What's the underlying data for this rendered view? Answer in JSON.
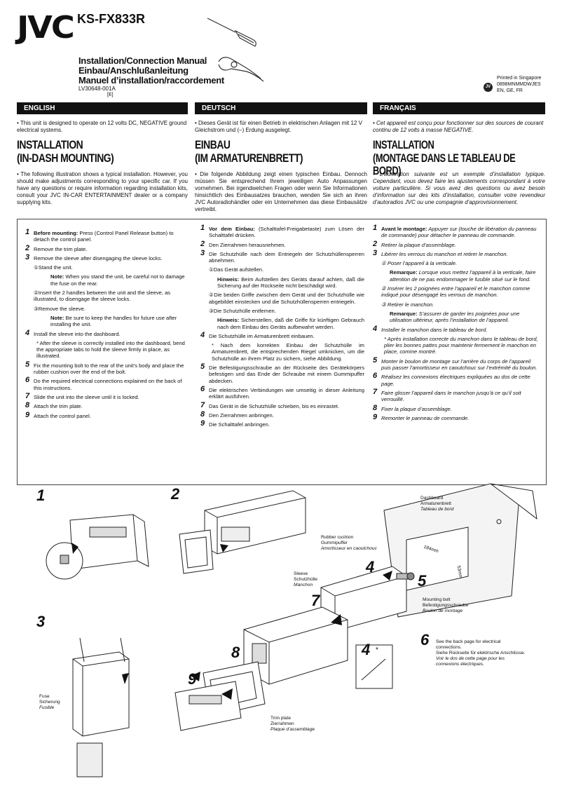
{
  "header": {
    "logo": "JVC",
    "model": "KS-FX833R",
    "titles": [
      "Installation/Connection Manual",
      "Einbau/Anschlußanleitung",
      "Manuel d’installation/raccordement"
    ],
    "code": "LV30648-001A",
    "edition": "[E]",
    "printed": [
      "Printed in Singapore",
      "0898MNMMDWJES",
      "EN, GE, FR"
    ],
    "badge": "JV"
  },
  "sections": [
    {
      "bar": "ENGLISH",
      "intro": "• This unit is designed to operate on 12 volts DC, NEGATIVE ground electrical systems.",
      "heading": [
        "INSTALLATION",
        "(IN-DASH MOUNTING)"
      ],
      "desc": "• The following illustration shows a typical installation. However, you should make adjustments corresponding to your specific car. If you have any questions or require information regarding installation kits, consult your JVC IN-CAR ENTERTAINMENT dealer or a company supplying kits."
    },
    {
      "bar": "DEUTSCH",
      "intro": "• Dieses Gerät ist für einen Betrieb in elektrischen Anlagen mit 12 V Gleichstrom und (–) Erdung ausgelegt.",
      "heading": [
        "EINBAU",
        "(IM ARMATURENBRETT)"
      ],
      "desc": "• Die folgende Abbildung zeigt einen typischen Einbau. Dennoch müssen Sie entsprechend Ihrem jeweiligen Auto Anpassungen vornehmen. Bei irgendwelchen Fragen oder wenn Sie Informationen hinsichtlich des Einbausatzes brauchen, wenden Sie sich an ihren JVC Autoradiohändler oder ein Unternehmen das diese Einbausätze vertreibt."
    },
    {
      "bar": "FRANÇAIS",
      "intro": "• Cet appareil est conçu pour fonctionner sur des sources de courant continu de 12 volts à masse NEGATIVE.",
      "heading": [
        "INSTALLATION",
        "(MONTAGE DANS LE TABLEAU DE BORD)"
      ],
      "desc": "• L’illustration suivante est un exemple d’installation typique. Cependant, vous devez faire les ajustements correspondant à votre voiture particulière. Si vous avez des questions ou avez besoin d’information sur des kits d’installation, consulter votre revendeur d’autoradios JVC ou une compagnie d’approvisionnement."
    }
  ],
  "steps_en": {
    "s1b": "Before mounting:",
    "s1": " Press  (Control Panel Release button) to detach the control panel.",
    "s2": "Remove the trim plate.",
    "s3": "Remove the sleeve after disengaging the sleeve locks.",
    "s3a": "①Stand the unit.",
    "s3an": "Note:",
    "s3ant": " When you stand the unit, be careful not to damage the fuse on the rear.",
    "s3b": "②Insert the 2 handles between the unit and the sleeve, as illustrated, to disengage the sleeve locks.",
    "s3c": "③Remove the sleeve.",
    "s3cn": "Note:",
    "s3cnt": " Be sure to keep the handles for future use after installing the unit.",
    "s4": "Install the sleeve into the dashboard.",
    "s4s": "* After the sleeve is correctly installed into the dashboard, bend the appropriate tabs to hold the sleeve firmly in place, as illustrated.",
    "s5": "Fix the mounting bolt to the rear of the unit’s body and place the rubber cushion over the end of the bolt.",
    "s6": "Do the required electrical connections explained on the back of this instructions.",
    "s7": "Slide the unit into the sleeve until it is locked.",
    "s8": "Attach the trim plate.",
    "s9": "Attach the control panel."
  },
  "steps_de": {
    "s1b": "Vor dem Einbau:",
    "s1": "  (Schalttafel-Freigabetaste) zum Lösen der Schalttafel drücken.",
    "s2": "Den Zierrahmen herausnehmen.",
    "s3": "Die Schutzhülle nach dem Entriegeln der Schutzhüllensperren abnehmen.",
    "s3a": "①Das Gerät aufstellen.",
    "s3an": "Hinweis:",
    "s3ant": " Beim Aufstellen des Geräts darauf achten, daß die Sicherung auf der Rückseite nicht beschädigt wird.",
    "s3b": "②Die beiden Griffe zwischen dem Gerät und der Schutzhülle wie abgebildet einstecken und die Schutzhüllensperren entriegeln.",
    "s3c": "③Die Schutzhülle entfernen.",
    "s3cn": "Hinweis:",
    "s3cnt": " Sicherstellen, daß die Griffe für künftigen Gebrauch nach dem Einbau des Geräts aufbewahrt werden.",
    "s4": "Die Schutzhülle im Armaturenbrett einbauen.",
    "s4s": "* Nach dem korrekten Einbau der Schutzhülle im Armaturenbrett, die entsprechenden Riegel umknicken, um die Schutzhülle an ihrem Platz zu sichern, siehe Abbildung.",
    "s5": "Die Befestigungsschraube an der Rückseite des Gerätekörpers befestigen und das Ende der Schraube mit einem Gummipuffer abdecken.",
    "s6": "Die elektrischen Verbindungen wie umseitig in dieser Anleitung erklärt ausführen.",
    "s7": "Das Gerät in die Schutzhülle schieben, bis es einrastet.",
    "s8": "Den Zierrahmen anbringen.",
    "s9": "Die Schalttafel anbringen."
  },
  "steps_fr": {
    "s1b": "Avant le montage:",
    "s1": " Appuyer sur  (touche de libération du panneau de commande) pour détacher le panneau de commande.",
    "s2": "Retirer la plaque d’assemblage.",
    "s3": "Libérer les verrous du manchon et retirer le manchon.",
    "s3a": "①  Poser l’appareil à la verticale.",
    "s3an": "Remarque:",
    "s3ant": " Lorsque vous mettez l’appareil à la verticale, faire attention de ne pas endommager le fusible situé sur le fond.",
    "s3b": "②  Insérer les 2 poignées entre l’appareil et le manchon comme indiqué pour désengagé les verrous de manchon.",
    "s3c": "③  Retirer le manchon.",
    "s3cn": "Remarque:",
    "s3cnt": " S’assurer de garder les poignées pour une utilisation ultérieur, après l’installation de l’appareil.",
    "s4": "Installer le manchon dans le tableau de bord.",
    "s4s": "* Après installation correcte du manchon dans le tableau de bord, plier les bonnes pattes pour maintenir fermement le manchon en place, comme montré.",
    "s5": "Monter le boulon de montage sur l’arrière du corps de l’appareil puis passer l’amortisseur en caoutchouc sur l’extrémité du boulon.",
    "s6": "Réalisez les connexions électriques expliquées au dos de cette page.",
    "s7": "Faire glisser l’appareil dans le manchon jusqu’à ce qu’il soit verrouillé.",
    "s8": "Fixer la plaque d’assemblage.",
    "s9": "Remonter le panneau de commande."
  },
  "nums": [
    "1",
    "2",
    "3",
    "4",
    "5",
    "6",
    "7",
    "8",
    "9"
  ],
  "labels": {
    "dash": [
      "Dashboard",
      "Armaturenbrett",
      "Tableau de bord"
    ],
    "rubber": [
      "Rubber cushion",
      "Gummipuffer",
      "Amortisseur en caoutchouc"
    ],
    "sleeve": [
      "Sleeve",
      "Schutzhülle",
      "Manchon"
    ],
    "bolt": [
      "Mounting bolt",
      "Befestigungsschraube",
      "Boulon de montage"
    ],
    "conn": [
      "See the back page for electrical connections.",
      "Siehe Rückseite für elektrische Anschlüsse.",
      "Voir le dos de cette page pour les connexions électriques."
    ],
    "fuse": [
      "Fuse",
      "Sicherung",
      "Fusible"
    ],
    "trim": [
      "Trim plate",
      "Zierrahmen",
      "Plaque d’assemblage"
    ],
    "dim1": "184mm",
    "dim2": "53mm",
    "star": "*"
  },
  "colors": {
    "bar": "#111111",
    "text": "#111111"
  }
}
